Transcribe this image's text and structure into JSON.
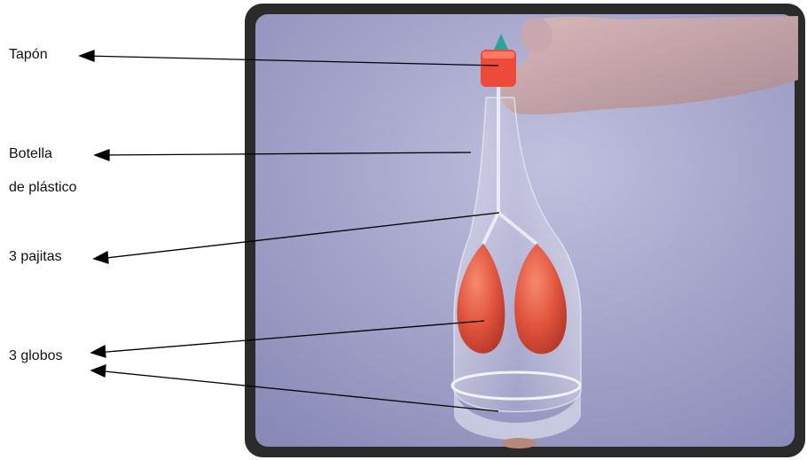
{
  "labels": {
    "tapon": "Tapón",
    "botella_line1": "Botella",
    "botella_line2": "de plástico",
    "pajitas": "3 pajitas",
    "globos": "3 globos"
  },
  "colors": {
    "frame": "#2b2b2b",
    "background_light": "#b4b4d6",
    "background_dark": "#8c8cba",
    "balloon": "#e0533b",
    "cap": "#ee4a3a",
    "cap_tip": "#2aa59a",
    "arrow": "#000000",
    "hand": "#c7a6a6"
  }
}
